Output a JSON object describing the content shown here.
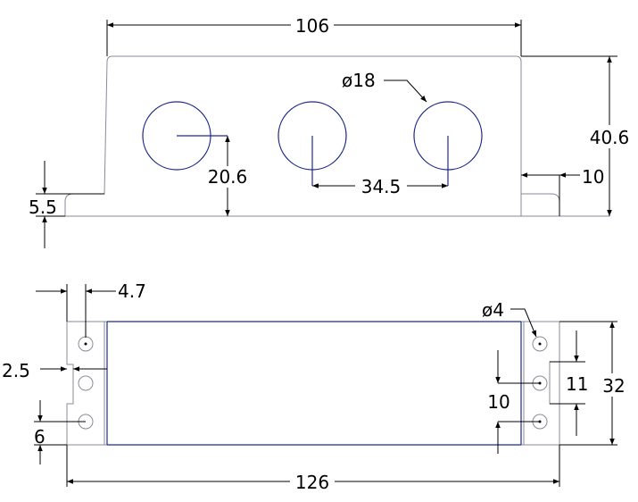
{
  "colors": {
    "outline": "#8a8a9a",
    "feature": "#1e2a8c",
    "dimension": "#000000",
    "background": "#ffffff"
  },
  "top_view": {
    "overall_width": "106",
    "height": "40.6",
    "hole_diameter": "ø18",
    "hole_center_height": "20.6",
    "hole_spacing": "34.5",
    "flange_thickness": "5.5",
    "flange_width": "10"
  },
  "bottom_view": {
    "edge_offset": "4.7",
    "mount_hole_diameter": "ø4",
    "notch_depth": "2.5",
    "notch_height": "6",
    "hole_pitch": "10",
    "slot_height": "11",
    "overall_depth": "32",
    "overall_length": "126"
  }
}
